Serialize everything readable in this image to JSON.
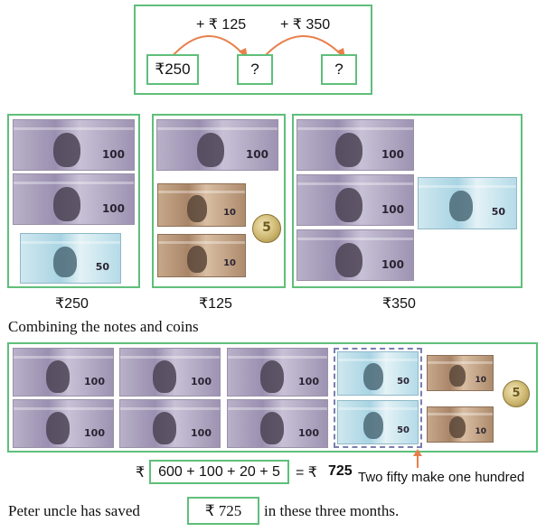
{
  "sequence": {
    "start_value": "₹250",
    "unknown_1": "?",
    "unknown_2": "?",
    "step_1_label": "+ ₹ 125",
    "step_2_label": "+ ₹ 350",
    "arrow_color": "#e8804a",
    "box_color": "#5fbf7a"
  },
  "groups": [
    {
      "amount_label": "₹250",
      "notes": [
        "₹100",
        "₹100",
        "₹50"
      ]
    },
    {
      "amount_label": "₹125",
      "notes": [
        "₹100",
        "₹10",
        "₹10"
      ],
      "coin": "₹5"
    },
    {
      "amount_label": "₹350",
      "notes": [
        "₹100",
        "₹100",
        "₹100",
        "₹50"
      ]
    }
  ],
  "combined": {
    "heading": "Combining the notes and coins",
    "note_values": {
      "hundred": "100",
      "fifty": "50",
      "ten": "10",
      "coin": "5"
    },
    "calc_prefix": "₹",
    "calc_expression": "600 + 100 + 20 + 5",
    "calc_result_prefix": "= ₹",
    "calc_result": "725",
    "callout": "Two fifty make one hundred"
  },
  "summary": {
    "before": "Peter uncle has saved",
    "answer": "₹ 725",
    "after": "in these three months."
  }
}
